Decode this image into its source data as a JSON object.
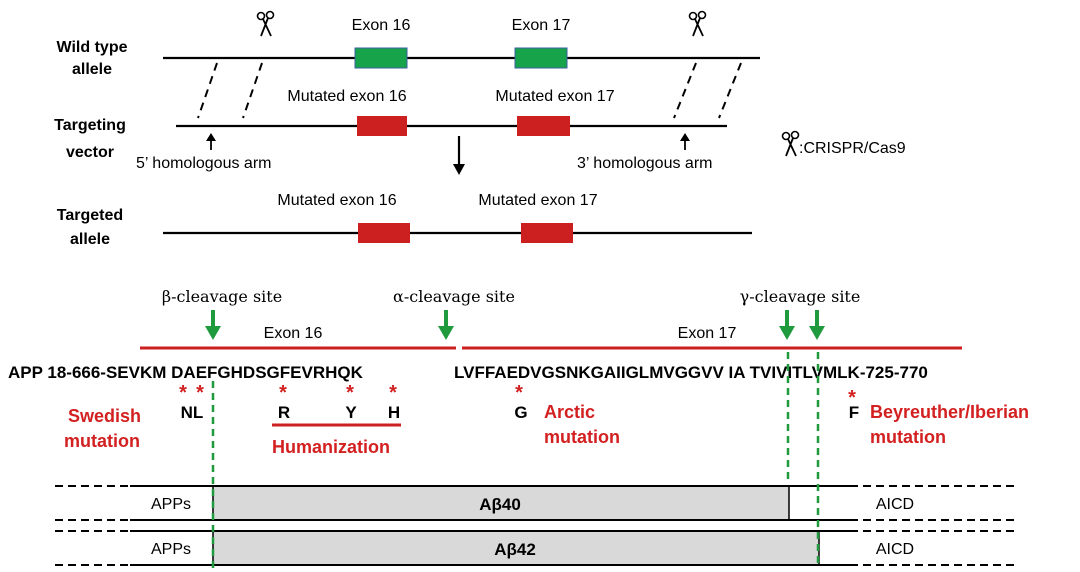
{
  "gene_targeting": {
    "wild_type_label_line1": "Wild type",
    "wild_type_label_line2": "allele",
    "targeting_vector_label_line1": "Targeting",
    "targeting_vector_label_line2": "vector",
    "targeted_allele_label_line1": "Targeted",
    "targeted_allele_label_line2": "allele",
    "exon16_label": "Exon 16",
    "exon17_label": "Exon 17",
    "mutated_exon16_label": "Mutated exon 16",
    "mutated_exon17_label": "Mutated exon 17",
    "homologous_arm_5": "5’ homologous arm",
    "homologous_arm_3": "3’ homologous arm",
    "crispr_legend": ":CRISPR/Cas9"
  },
  "cleavage_sites": {
    "beta": "β-cleavage site",
    "alpha": "α-cleavage site",
    "gamma": "γ-cleavage site"
  },
  "exon_bar_labels": {
    "exon16": "Exon 16",
    "exon17": "Exon 17"
  },
  "sequence": {
    "prefix": "APP 18-666-",
    "exon16_seq": "SEVKM DAEFGHDSGFEVRHQK",
    "exon17_seq": "LVFFAEDVGSNKGAIIGLMVGGVV IA TVIVITLVMLK",
    "suffix": "-725-770"
  },
  "mutations": {
    "swedish_residues": "NL",
    "humanization_r": "R",
    "humanization_y": "Y",
    "humanization_h": "H",
    "arctic_residue": "G",
    "beyreuther_residue": "F",
    "swedish_line1": "Swedish",
    "swedish_line2": "mutation",
    "humanization_label": "Humanization",
    "arctic_line1": "Arctic",
    "arctic_line2": "mutation",
    "beyreuther_line1": "Beyreuther/Iberian",
    "beyreuther_line2": "mutation",
    "asterisk": "*"
  },
  "products": {
    "row1": {
      "left": "APPs",
      "middle": "Aβ40",
      "right": "AICD"
    },
    "row2": {
      "left": "APPs",
      "middle": "Aβ42",
      "right": "AICD"
    }
  },
  "colors": {
    "exon_wild_type": "#16a34a",
    "exon_mutated": "#cc1f1f",
    "arrow_green": "#1f9a3d",
    "mutation_red": "#d32020",
    "abeta_fill": "#d9d9d9"
  }
}
